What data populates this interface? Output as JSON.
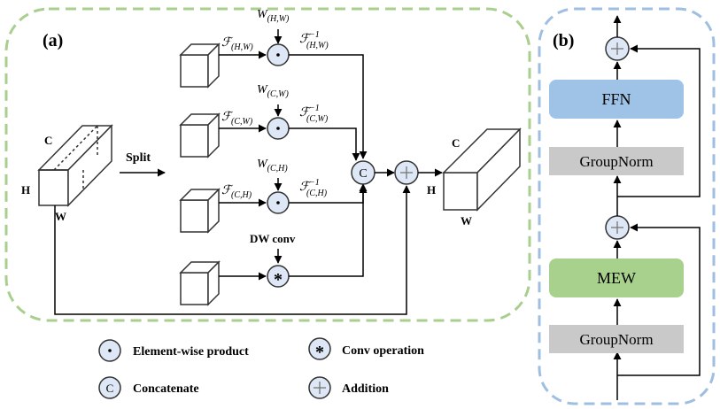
{
  "panel_a": {
    "label": "(a)",
    "input_tensor": {
      "c": "C",
      "h": "H",
      "w": "W"
    },
    "split_label": "Split",
    "branches": [
      {
        "weight": "W",
        "weight_sub": "(H,W)",
        "fwd": "ℱ",
        "fwd_sub": "(H,W)",
        "inv": "ℱ",
        "inv_sup": "−1",
        "inv_sub": "(H,W)"
      },
      {
        "weight": "W",
        "weight_sub": "(C,W)",
        "fwd": "ℱ",
        "fwd_sub": "(C,W)",
        "inv": "ℱ",
        "inv_sup": "−1",
        "inv_sub": "(C,W)"
      },
      {
        "weight": "W",
        "weight_sub": "(C,H)",
        "fwd": "ℱ",
        "fwd_sub": "(C,H)",
        "inv": "ℱ",
        "inv_sup": "−1",
        "inv_sub": "(C,H)"
      }
    ],
    "dwconv_label": "DW conv",
    "concat_symbol": "C",
    "output_tensor": {
      "c": "C",
      "h": "H",
      "w": "W"
    }
  },
  "legend": [
    {
      "symbol": "·",
      "label": "Element-wise product"
    },
    {
      "symbol": "*",
      "label": "Conv operation"
    },
    {
      "symbol": "C",
      "label": "Concatenate"
    },
    {
      "symbol": "+",
      "label": "Addition"
    }
  ],
  "panel_b": {
    "label": "(b)",
    "blocks": {
      "ffn": "FFN",
      "groupnorm_top": "GroupNorm",
      "mew": "MEW",
      "groupnorm_bottom": "GroupNorm"
    }
  },
  "colors": {
    "panel_a_border": "#a9cf8f",
    "panel_b_border": "#9fbfe0",
    "ffn_fill": "#9ec3e6",
    "mew_fill": "#a8d18d",
    "groupnorm_fill": "#c9c9c9",
    "circle_fill": "#dde7f5"
  }
}
